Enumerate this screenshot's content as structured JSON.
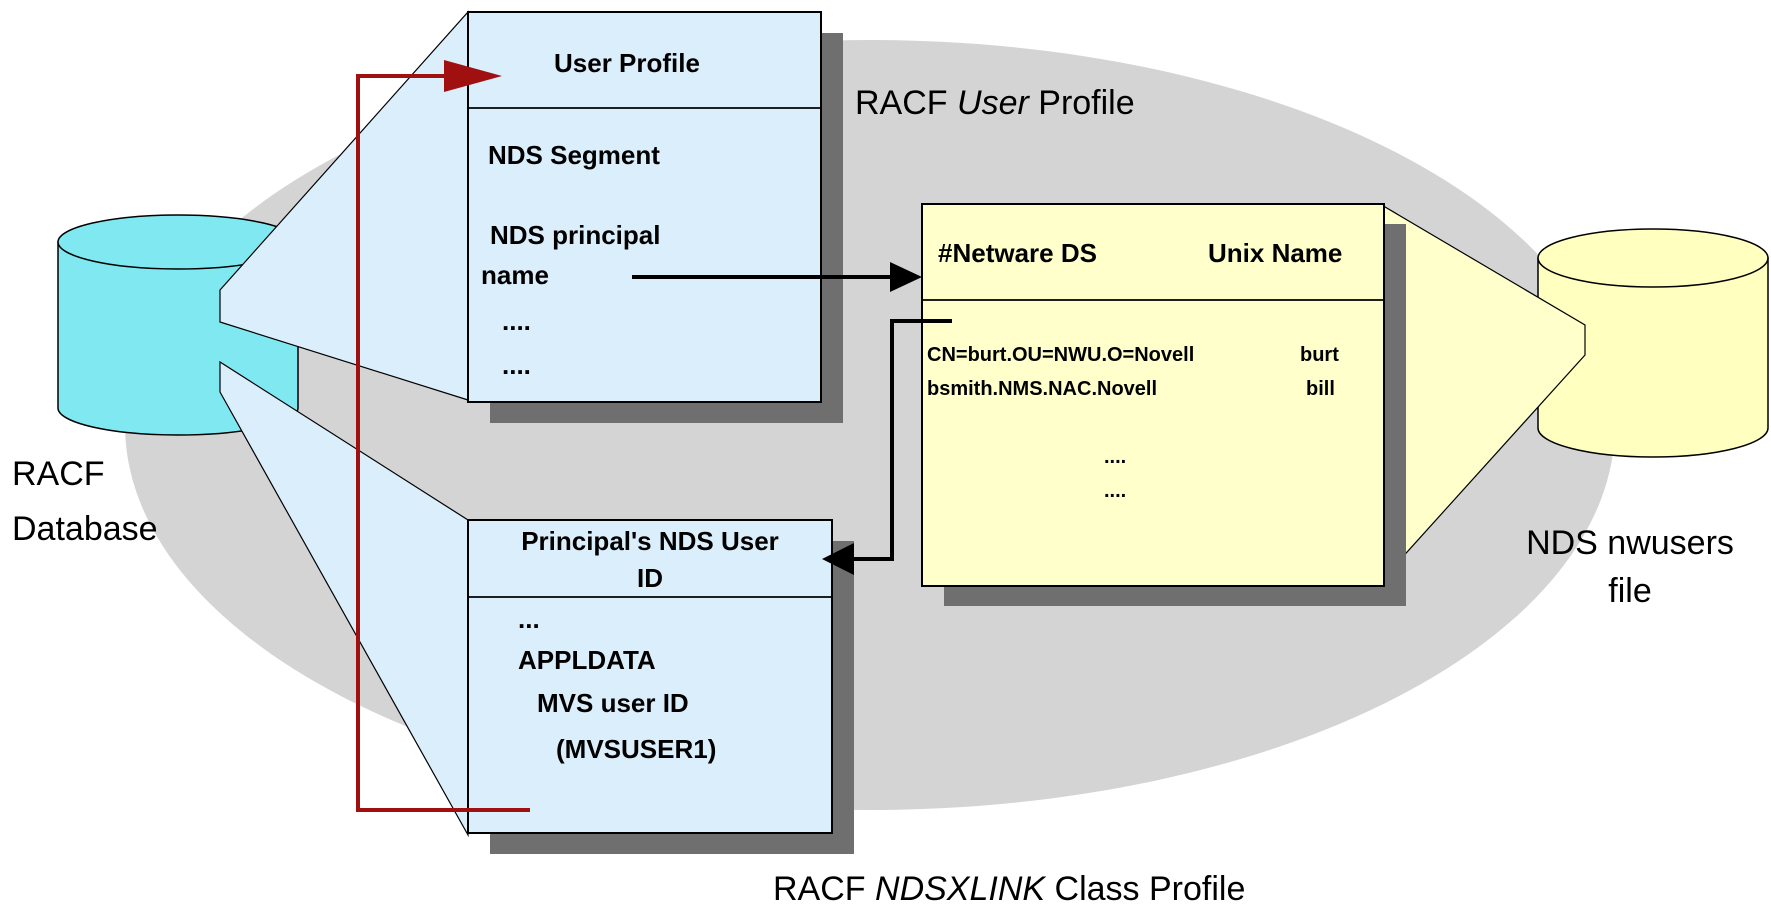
{
  "colors": {
    "ellipse": "#d4d4d4",
    "box_blue": "#dbeefb",
    "box_yellow": "#ffffcc",
    "shadow": "#6f6f6f",
    "cylinder_cyan": "#80e8f0",
    "cylinder_yellow": "#ffffc0",
    "red_arrow": "#a01010",
    "black": "#000000"
  },
  "labels": {
    "racf_user_profile_prefix": "RACF",
    "racf_user_profile_italic": "User",
    "racf_user_profile_suffix": "Profile",
    "racf_db_line1": "RACF",
    "racf_db_line2": "Database",
    "nds_file_line1": "NDS nwusers",
    "nds_file_line2": "file",
    "ndsxlink_prefix": "RACF",
    "ndsxlink_italic": "NDSXLINK",
    "ndsxlink_suffix": "Class Profile"
  },
  "user_profile_box": {
    "title": "User Profile",
    "segment": "NDS Segment",
    "principal_line1": "NDS  principal",
    "principal_line2": "name",
    "dots1": "....",
    "dots2": "...."
  },
  "principal_box": {
    "title_line1": "Principal's NDS User",
    "title_line2": "ID",
    "dots": "...",
    "appldata": "APPLDATA",
    "mvs_user": "MVS user ID",
    "mvs_value": "(MVSUSER1)"
  },
  "nwusers_table": {
    "col1": "#Netware DS",
    "col2": "Unix Name",
    "rows": [
      {
        "ds": "CN=burt.OU=NWU.O=Novell",
        "unix": "burt"
      },
      {
        "ds": "bsmith.NMS.NAC.Novell",
        "unix": "bill"
      }
    ],
    "dots1": "....",
    "dots2": "...."
  }
}
